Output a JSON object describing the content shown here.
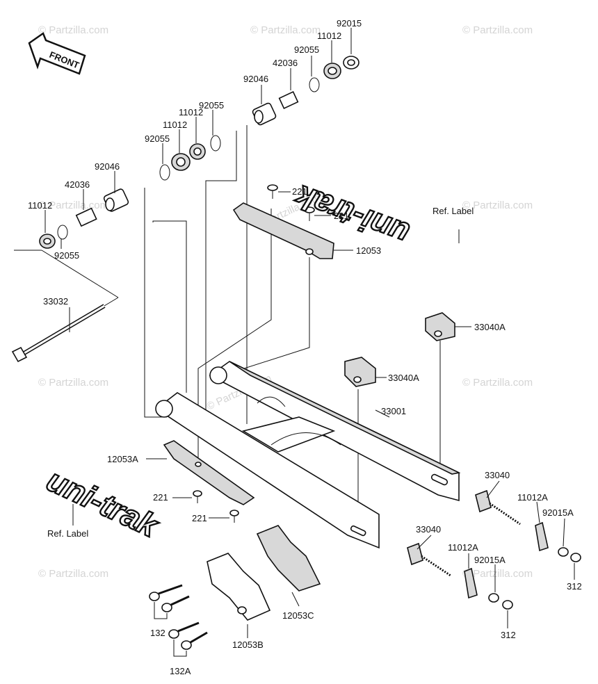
{
  "watermark": "© Partzilla.com",
  "front_label": "FRONT",
  "ref_label": "Ref. Label",
  "brand_text": "uni-trak",
  "parts": {
    "p92015_top": "92015",
    "p11012_top": "11012",
    "p92055_top": "92055",
    "p42036_top": "42036",
    "p92046_top": "92046",
    "p92055_mid": "92055",
    "p11012_mid_a": "11012",
    "p11012_mid_b": "11012",
    "p92055_mid_b": "92055",
    "p92046_left": "92046",
    "p42036_left": "42036",
    "p11012_left": "11012",
    "p92055_left": "92055",
    "p33032": "33032",
    "p221_a": "221",
    "p221_b": "221",
    "p12053": "12053",
    "p33040A_a": "33040A",
    "p33040A_b": "33040A",
    "p33001": "33001",
    "p12053A": "12053A",
    "p221_c": "221",
    "p221_d": "221",
    "p33040_a": "33040",
    "p11012A_a": "11012A",
    "p92015A_a": "92015A",
    "p312_a": "312",
    "p33040_b": "33040",
    "p11012A_b": "11012A",
    "p92015A_b": "92015A",
    "p312_b": "312",
    "p132": "132",
    "p132A": "132A",
    "p12053B": "12053B",
    "p12053C": "12053C"
  }
}
